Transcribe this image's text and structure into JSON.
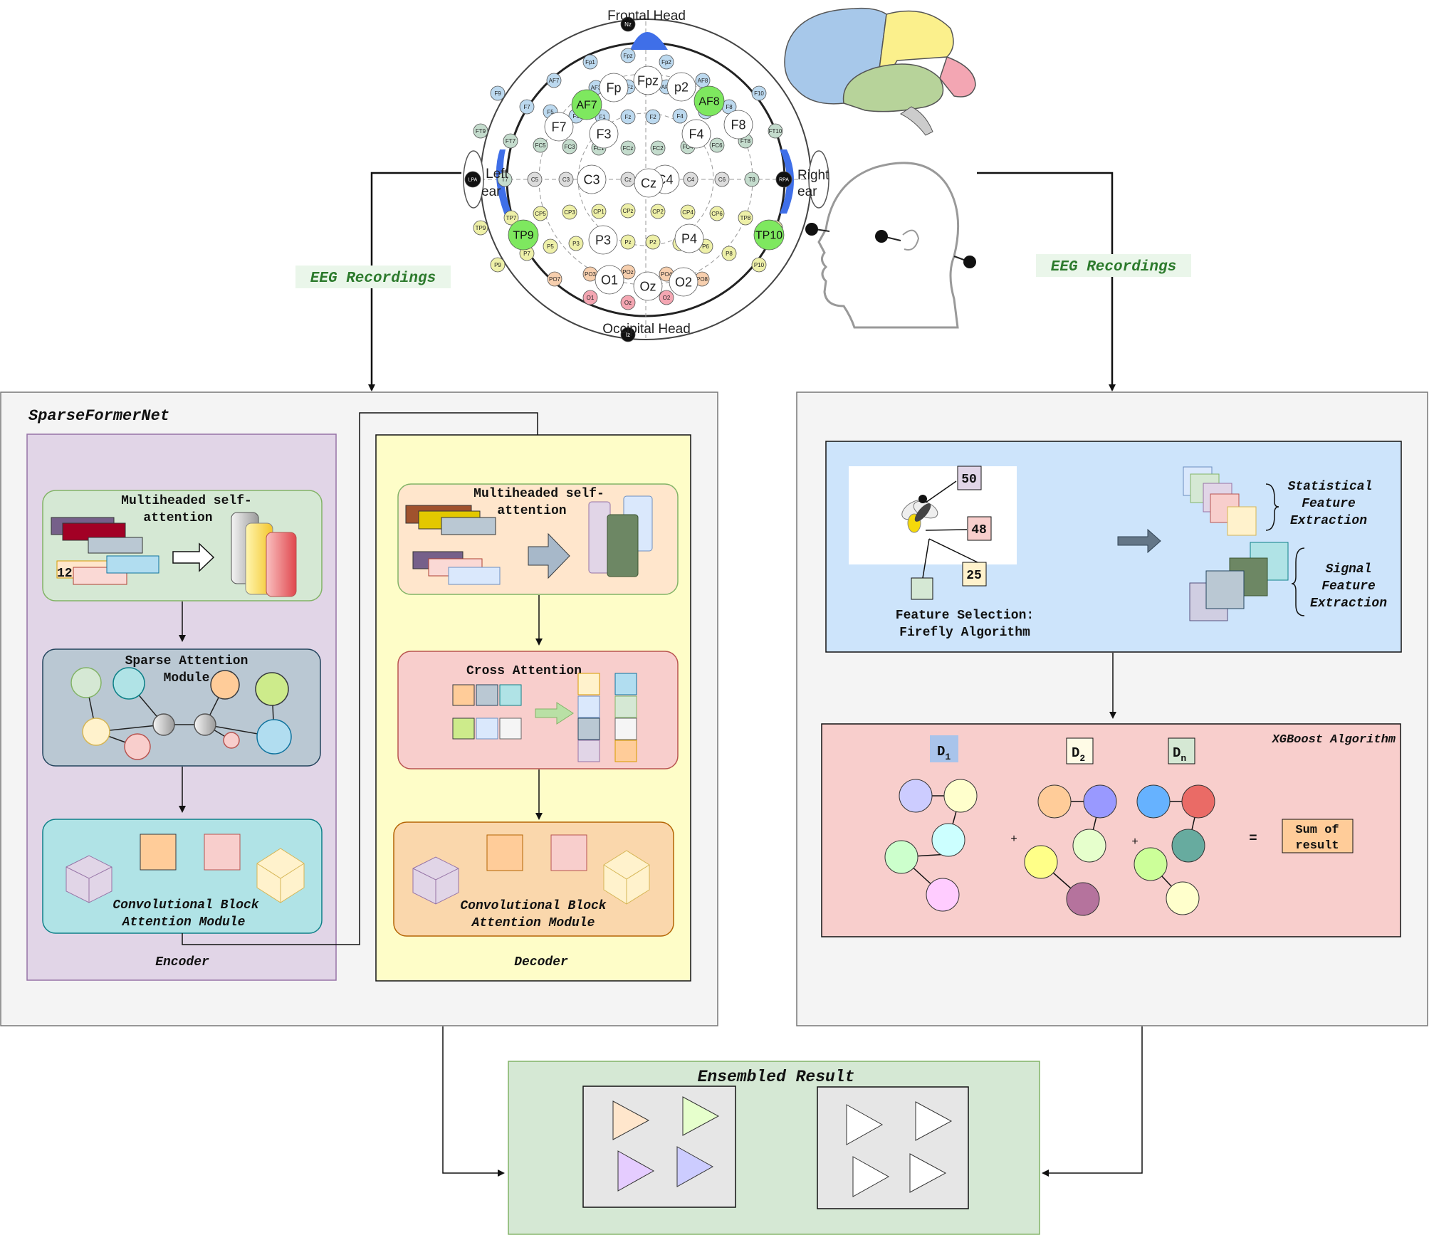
{
  "head": {
    "frontal": "Frontal Head",
    "occipital": "Occipital Head",
    "left_ear": "Left ear",
    "right_ear": "Right ear",
    "electrodes": [
      "Nz",
      "Iz",
      "LPA",
      "RPA",
      "Fp1",
      "Fpz",
      "Fp2",
      "AF7",
      "AF3",
      "AFz",
      "AF4",
      "AF8",
      "F9",
      "F7",
      "F5",
      "F3",
      "F1",
      "Fz",
      "F2",
      "F4",
      "F6",
      "F8",
      "F10",
      "FT9",
      "FT7",
      "FC5",
      "FC3",
      "FC1",
      "FCz",
      "FC2",
      "FC4",
      "FC6",
      "FT8",
      "FT10",
      "T7",
      "C5",
      "C3",
      "C1",
      "Cz",
      "C2",
      "C4",
      "C6",
      "T8",
      "TP9",
      "TP7",
      "CP5",
      "CP3",
      "CP1",
      "CPz",
      "CP2",
      "CP4",
      "CP6",
      "TP8",
      "TP10",
      "P9",
      "P7",
      "P5",
      "P3",
      "P1",
      "Pz",
      "P2",
      "P4",
      "P6",
      "P8",
      "P10",
      "PO7",
      "PO3",
      "POz",
      "PO4",
      "PO8",
      "O1",
      "Oz",
      "O2",
      "TP9",
      "TP10",
      "AF7",
      "AF8",
      "F3",
      "F4",
      "F7",
      "F8",
      "Fp",
      "Fpz",
      "p2",
      "C3",
      "C4",
      "Cz",
      "P3",
      "P4",
      "O1",
      "O2",
      "Oz"
    ],
    "side_labels": [
      "Nz",
      "LPA",
      "Iz"
    ]
  },
  "flow": {
    "eeg_left": "EEG Recordings",
    "eeg_right": "EEG Recordings"
  },
  "left_panel": {
    "title": "SparseFormerNet",
    "encoder": {
      "label": "Encoder",
      "mhsa": "Multiheaded self-attention",
      "mhsa_num": "12",
      "sparse": "Sparse Attention Module",
      "cbam": "Convolutional Block Attention Module"
    },
    "decoder": {
      "label": "Decoder",
      "mhsa": "Multiheaded self-attention",
      "cross": "Cross Attention",
      "cbam": "Convolutional Block Attention Module"
    }
  },
  "right_panel": {
    "feature_selection": "Feature Selection: Firefly Algorithm",
    "fs_values": [
      "50",
      "48",
      "25"
    ],
    "statistical": "Statistical Feature Extraction",
    "signal": "Signal Feature Extraction",
    "xgboost": "XGBoost Algorithm",
    "trees": [
      "D1",
      "D2",
      "Dn"
    ],
    "plus": "+",
    "equals": "=",
    "sum": "Sum of result"
  },
  "ensemble": {
    "title": "Ensembled Result"
  },
  "colors": {
    "panel_bg": "#f4f4f4",
    "encoder_bg": "#e1d5e7",
    "decoder_bg": "#fefdc8",
    "feature_bg": "#cde4fb",
    "xgb_bg": "#f8cecc",
    "ensemble_bg": "#d5e8d4",
    "eeg_label": "#2c7a2c"
  }
}
